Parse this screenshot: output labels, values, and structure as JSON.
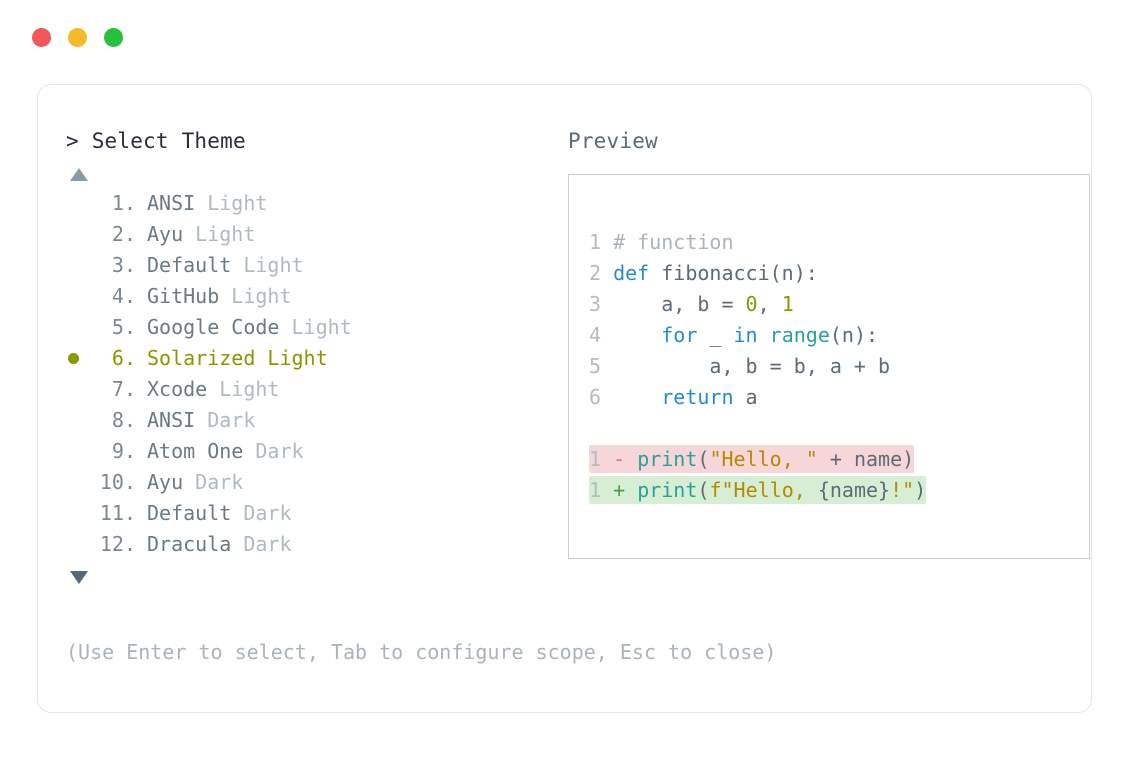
{
  "window": {
    "traffic_lights": [
      {
        "name": "close-button",
        "color": "#f2585b"
      },
      {
        "name": "minimize-button",
        "color": "#f6b92a"
      },
      {
        "name": "maximize-button",
        "color": "#27bf3c"
      }
    ]
  },
  "prompt": {
    "marker": "> ",
    "title": "Select Theme"
  },
  "scroll": {
    "up_icon": "triangle-up-icon",
    "down_icon": "triangle-down-icon"
  },
  "theme_list": {
    "selected_index": 6,
    "selected_color": "#859900",
    "items": [
      {
        "index": " 1.",
        "name": "ANSI",
        "suffix": " Light",
        "selected": false
      },
      {
        "index": " 2.",
        "name": "Ayu",
        "suffix": " Light",
        "selected": false
      },
      {
        "index": " 3.",
        "name": "Default",
        "suffix": " Light",
        "selected": false
      },
      {
        "index": " 4.",
        "name": "GitHub",
        "suffix": " Light",
        "selected": false
      },
      {
        "index": " 5.",
        "name": "Google Code",
        "suffix": " Light",
        "selected": false
      },
      {
        "index": " 6.",
        "name": "Solarized",
        "suffix": " Light",
        "selected": true
      },
      {
        "index": " 7.",
        "name": "Xcode",
        "suffix": " Light",
        "selected": false
      },
      {
        "index": " 8.",
        "name": "ANSI",
        "suffix": " Dark",
        "selected": false
      },
      {
        "index": " 9.",
        "name": "Atom One",
        "suffix": " Dark",
        "selected": false
      },
      {
        "index": "10.",
        "name": "Ayu",
        "suffix": " Dark",
        "selected": false
      },
      {
        "index": "11.",
        "name": "Default",
        "suffix": " Dark",
        "selected": false
      },
      {
        "index": "12.",
        "name": "Dracula",
        "suffix": " Dark",
        "selected": false
      }
    ]
  },
  "preview": {
    "header": "Preview",
    "code_lines": [
      {
        "no": "1",
        "tokens": [
          {
            "t": "# function",
            "c": "cm"
          }
        ]
      },
      {
        "no": "2",
        "tokens": [
          {
            "t": "def",
            "c": "k"
          },
          {
            "t": " fibonacci(n):",
            "c": "id"
          }
        ]
      },
      {
        "no": "3",
        "tokens": [
          {
            "t": "    a, b = ",
            "c": "id"
          },
          {
            "t": "0",
            "c": "num"
          },
          {
            "t": ", ",
            "c": "id"
          },
          {
            "t": "1",
            "c": "num"
          }
        ]
      },
      {
        "no": "4",
        "tokens": [
          {
            "t": "    ",
            "c": "id"
          },
          {
            "t": "for",
            "c": "k"
          },
          {
            "t": " _ ",
            "c": "id"
          },
          {
            "t": "in",
            "c": "k"
          },
          {
            "t": " ",
            "c": "id"
          },
          {
            "t": "range",
            "c": "fn"
          },
          {
            "t": "(n):",
            "c": "id"
          }
        ]
      },
      {
        "no": "5",
        "tokens": [
          {
            "t": "        a, b = b, a + b",
            "c": "id"
          }
        ]
      },
      {
        "no": "6",
        "tokens": [
          {
            "t": "    ",
            "c": "id"
          },
          {
            "t": "return",
            "c": "k"
          },
          {
            "t": " a",
            "c": "id"
          }
        ]
      }
    ],
    "diff_lines": [
      {
        "kind": "del",
        "no": "1",
        "sign": "-",
        "bg": "#f6d6d8",
        "tokens": [
          {
            "t": "print",
            "c": "fn"
          },
          {
            "t": "(",
            "c": "id"
          },
          {
            "t": "\"Hello, \"",
            "c": "str"
          },
          {
            "t": " + name)",
            "c": "id"
          }
        ]
      },
      {
        "kind": "add",
        "no": "1",
        "sign": "+",
        "bg": "#d6efd4",
        "tokens": [
          {
            "t": "print",
            "c": "fn"
          },
          {
            "t": "(",
            "c": "id"
          },
          {
            "t": "f\"Hello, ",
            "c": "str"
          },
          {
            "t": "{name}",
            "c": "id"
          },
          {
            "t": "!\"",
            "c": "str"
          },
          {
            "t": ")",
            "c": "id"
          }
        ]
      }
    ]
  },
  "footer": {
    "hint": "(Use Enter to select, Tab to configure scope, Esc to close)"
  }
}
